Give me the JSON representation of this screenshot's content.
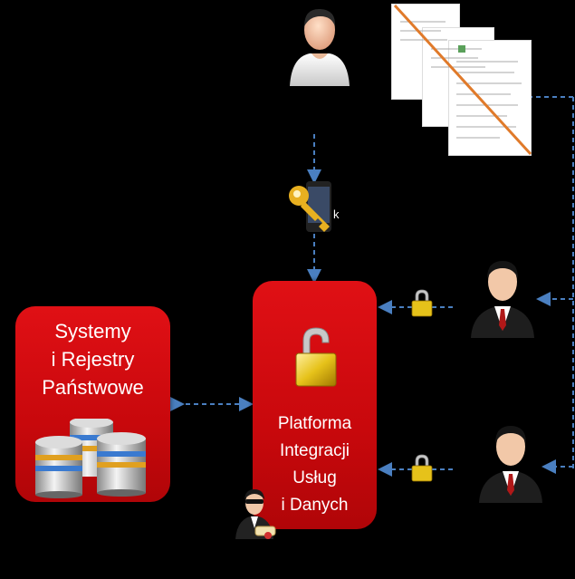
{
  "left_box": {
    "lines": [
      "Systemy",
      "i Rejestry",
      "Państwowe"
    ]
  },
  "center_box": {
    "lines": [
      "Platforma",
      "Integracji",
      "Usług",
      "i Danych"
    ]
  },
  "key_label": "k",
  "colors": {
    "box_red": "#d40a0e",
    "arrow_blue": "#4a7fc0",
    "lock_gold": "#e6c21a",
    "cross_orange": "#e07a2a"
  },
  "icons": [
    "citizen-user-icon",
    "documents-icon",
    "phone-key-icon",
    "open-padlock-icon",
    "database-stack-icon",
    "official-person-icon",
    "closed-padlock-icon",
    "spy-certificate-icon"
  ]
}
